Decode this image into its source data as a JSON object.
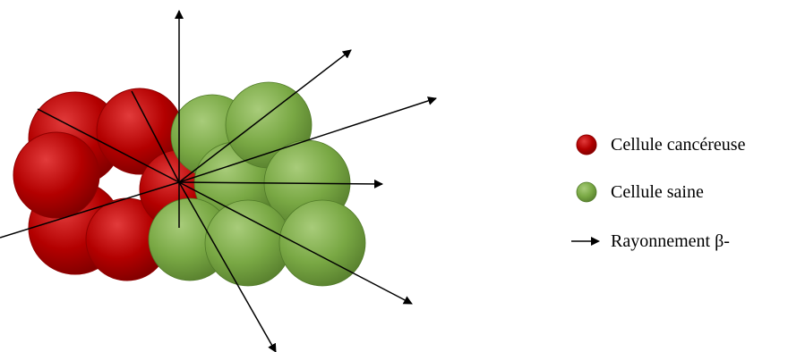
{
  "colors": {
    "cancer_cell": "#c00000",
    "healthy_cell": "#70a03a",
    "radiation": "#000000"
  },
  "icons": {
    "cancer_cell": "red-sphere-icon",
    "healthy_cell": "green-sphere-icon",
    "radiation": "arrow-right-icon"
  },
  "legend": {
    "cancer_cell_label": "Cellule cancéreuse",
    "healthy_cell_label": "Cellule saine",
    "radiation_label": "Rayonnement β-"
  }
}
